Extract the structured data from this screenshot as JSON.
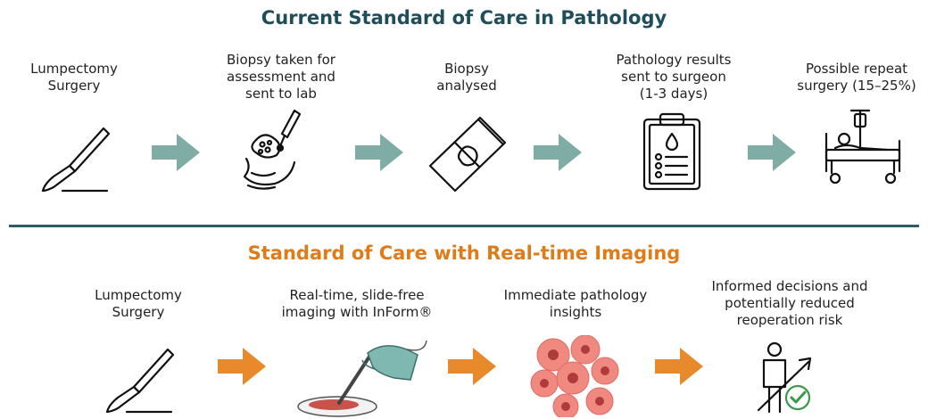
{
  "top": {
    "title": "Current Standard of Care in Pathology",
    "steps": [
      {
        "label": "Lumpectomy\nSurgery",
        "icon": "scalpel-icon"
      },
      {
        "label": "Biopsy taken for\nassessment and\nsent to lab",
        "icon": "biopsy-tissue-icon"
      },
      {
        "label": "Biopsy\nanalysed",
        "icon": "microscope-slide-icon"
      },
      {
        "label": "Pathology results\nsent to surgeon\n(1-3 days)",
        "icon": "clipboard-report-icon"
      },
      {
        "label": "Possible repeat\nsurgery (15–25%)",
        "icon": "hospital-bed-icon"
      }
    ]
  },
  "bottom": {
    "title": "Standard of Care with Real-time Imaging",
    "steps": [
      {
        "label": "Lumpectomy\nSurgery",
        "icon": "scalpel-icon"
      },
      {
        "label": "Real-time, slide-free\nimaging with InForm®",
        "icon": "imaging-probe-icon"
      },
      {
        "label": "Immediate pathology\ninsights",
        "icon": "cells-icon"
      },
      {
        "label": "Informed decisions and\npotentially reduced\nreoperation risk",
        "icon": "improvement-person-icon"
      }
    ]
  },
  "colors": {
    "top_title": "#1f4e5a",
    "bottom_title": "#e07b1a",
    "top_arrow": "#7fada6",
    "bottom_arrow": "#e8892b",
    "divider": "#2c5c66"
  }
}
